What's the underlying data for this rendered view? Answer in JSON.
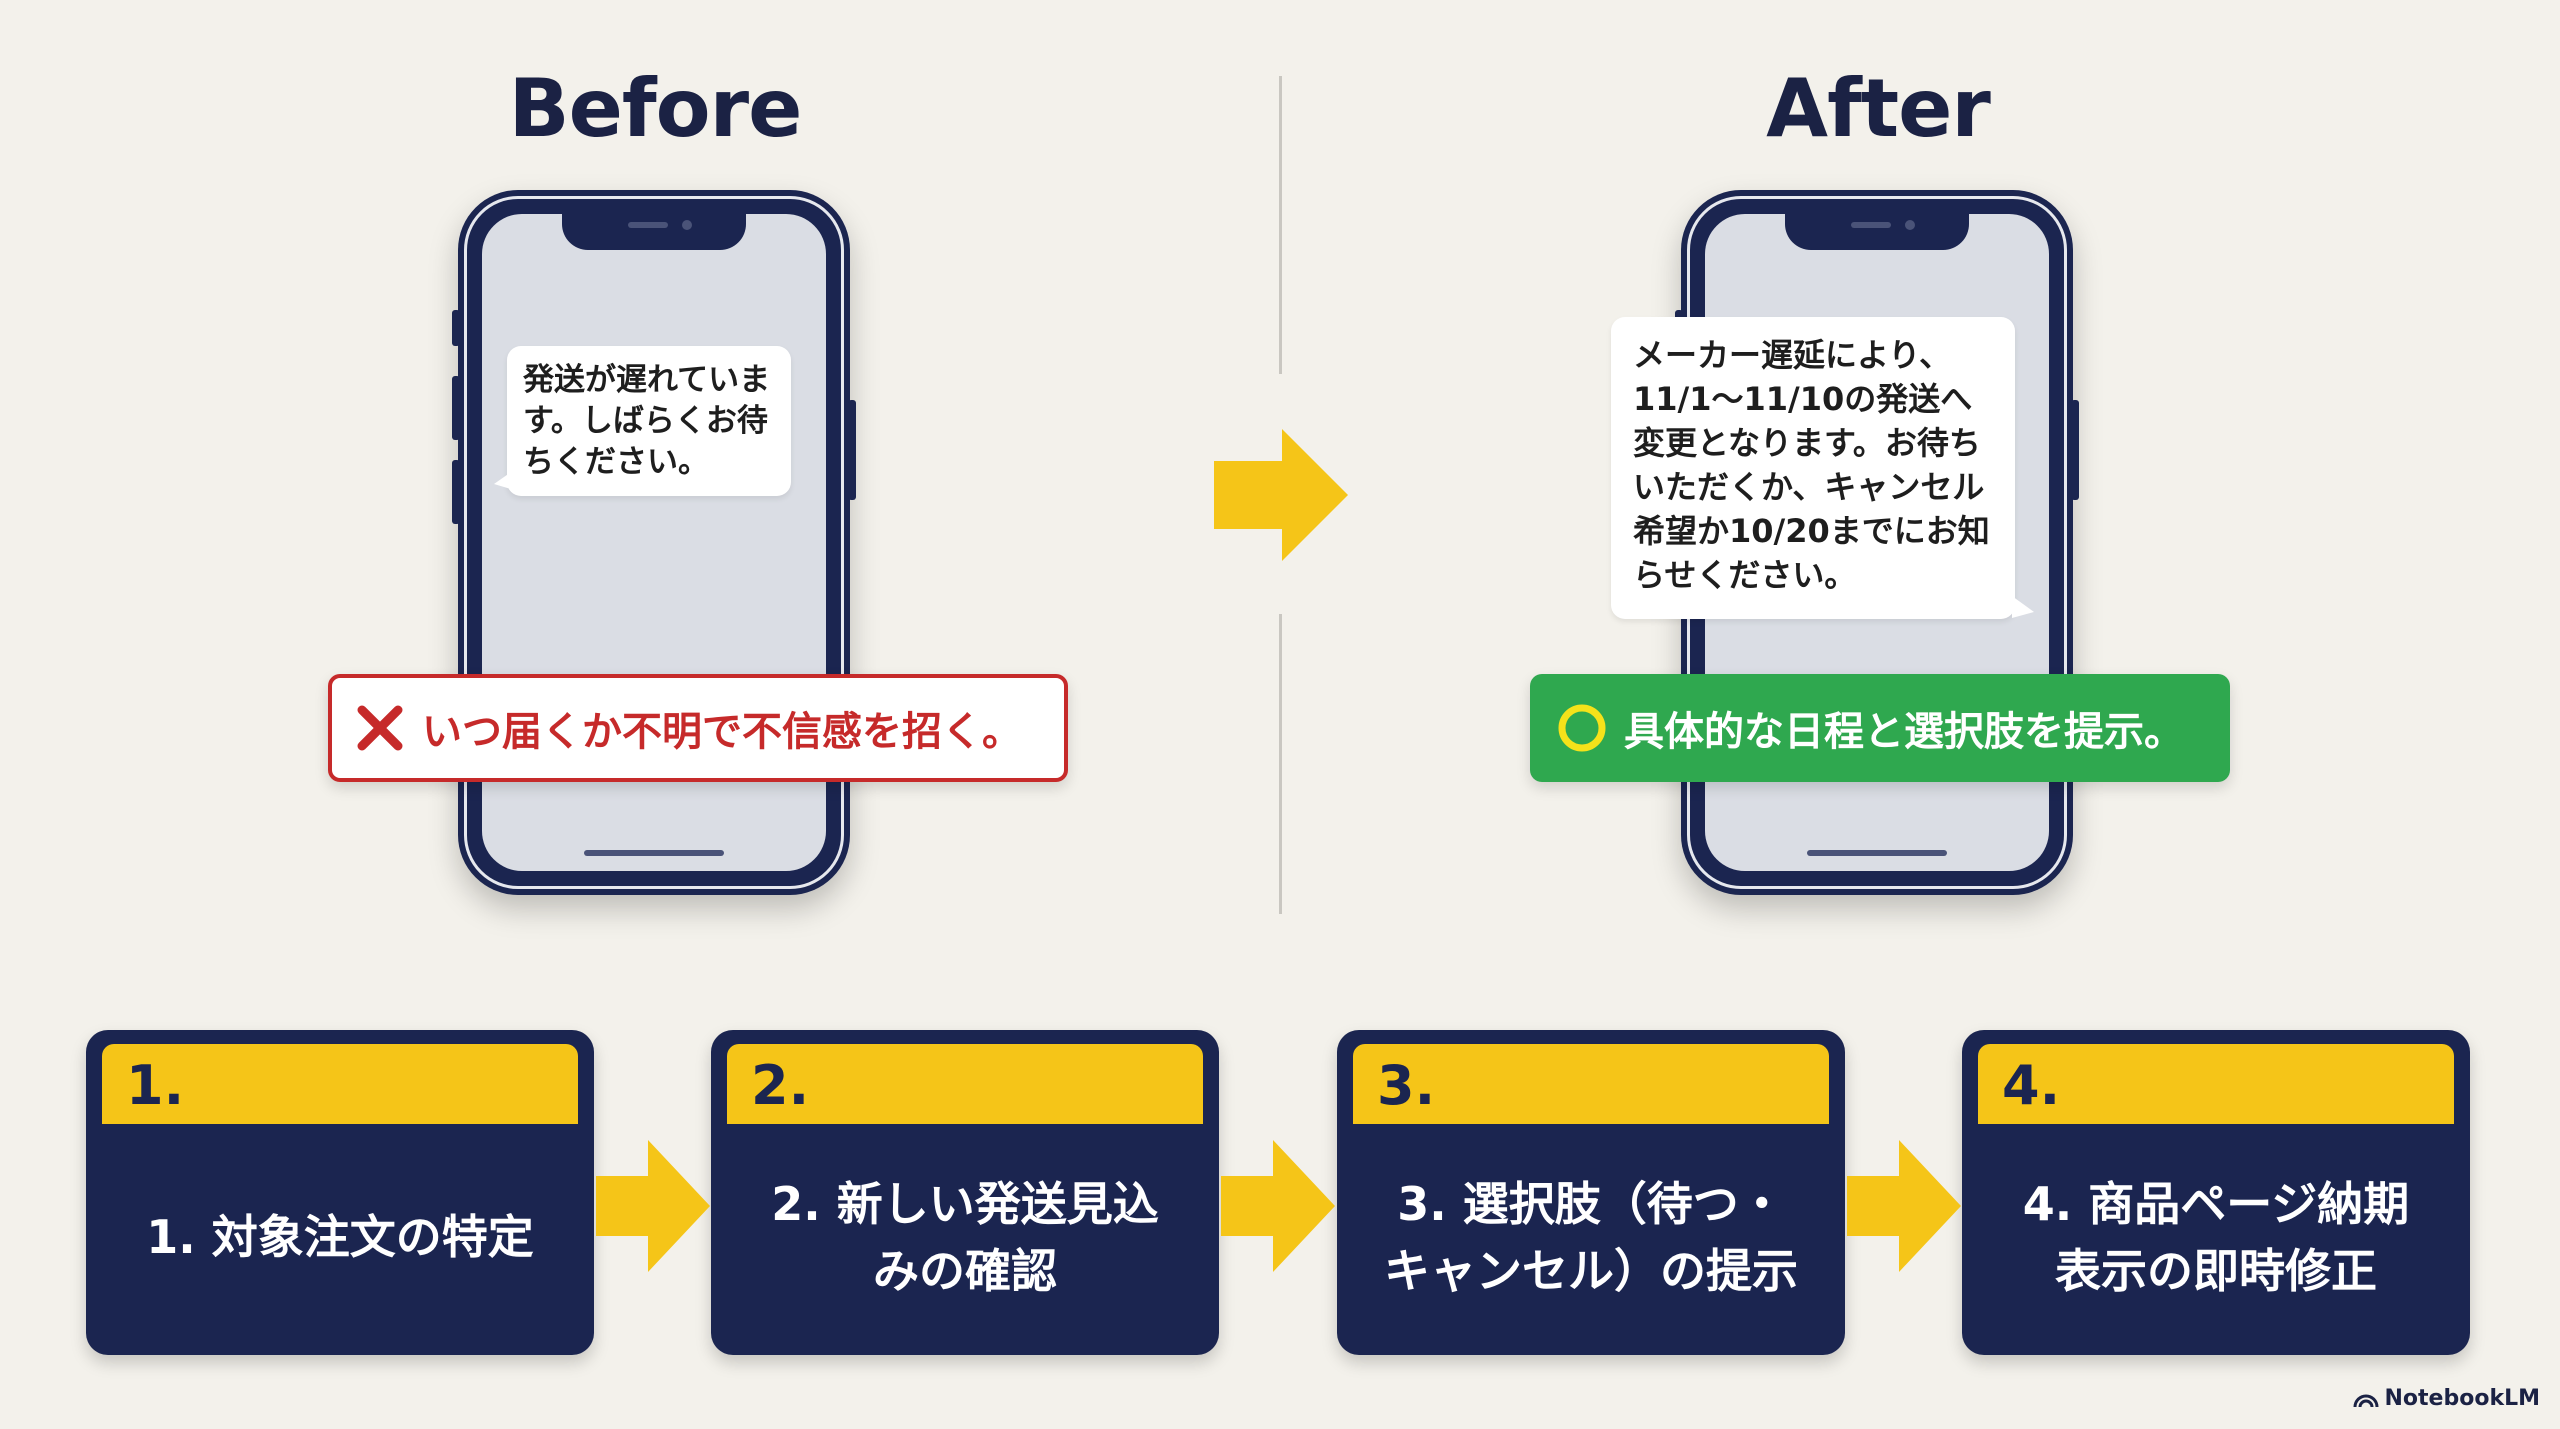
{
  "before": {
    "heading": "Before",
    "message": "発送が遅れていま\nす。しばらくお待\nちください。",
    "verdict": "いつ届くか不明で不信感を招く。"
  },
  "after": {
    "heading": "After",
    "message": "メーカー遅延により、\n11/1〜11/10の発送へ\n変更となります。お待ち\nいただくか、キャンセル\n希望か10/20までにお知\nらせください。",
    "verdict": "具体的な日程と選択肢を提示。"
  },
  "steps": [
    {
      "number": "1.",
      "text": "1. 対象注文の特定"
    },
    {
      "number": "2.",
      "text": "2. 新しい発送見込\nみの確認"
    },
    {
      "number": "3.",
      "text": "3. 選択肢（待つ・\nキャンセル）の提示"
    },
    {
      "number": "4.",
      "text": "4. 商品ページ納期\n表示の即時修正"
    }
  ],
  "brand": {
    "name": "NotebookLM"
  },
  "colors": {
    "navy": "#1b2550",
    "yellow": "#f5c518",
    "red": "#c62a2a",
    "green": "#2fa84f",
    "background": "#f3f1eb"
  },
  "icons": {
    "bad": "cross-icon",
    "good": "circle-icon",
    "flow": "arrow-right-icon",
    "brand": "notebooklm-logo-icon"
  }
}
